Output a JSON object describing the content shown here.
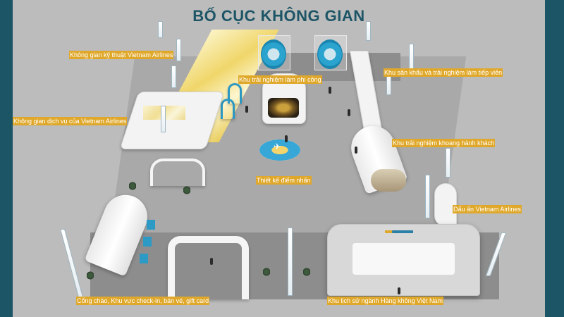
{
  "page": {
    "title": "BỐ CỤC KHÔNG GIAN",
    "colors": {
      "frame": "#1c5566",
      "background": "#bcbcbc",
      "title": "#1d5566",
      "label_bg": "#e0a82a",
      "label_text": "#ffffff"
    }
  },
  "zones": [
    {
      "id": "technical",
      "label": "Không gian kỹ thuật Vietnam Airlines"
    },
    {
      "id": "pilot",
      "label": "Khu trải nghiệm làm phi công"
    },
    {
      "id": "stage",
      "label": "Khu sân khấu và trải nghiệm làm tiếp viên"
    },
    {
      "id": "service",
      "label": "Không gian dịch vụ của Vietnam Airlines"
    },
    {
      "id": "cabin",
      "label": "Khu trải nghiệm khoang hành khách"
    },
    {
      "id": "highlight",
      "label": "Thiết kế điểm nhấn"
    },
    {
      "id": "imprint",
      "label": "Dấu ấn Vietnam Airlines"
    },
    {
      "id": "gate",
      "label": "Cổng chào, Khu vực check-in, bán vé, gift card"
    },
    {
      "id": "history",
      "label": "Khu lịch sử ngành Hàng không Việt Nam"
    }
  ]
}
